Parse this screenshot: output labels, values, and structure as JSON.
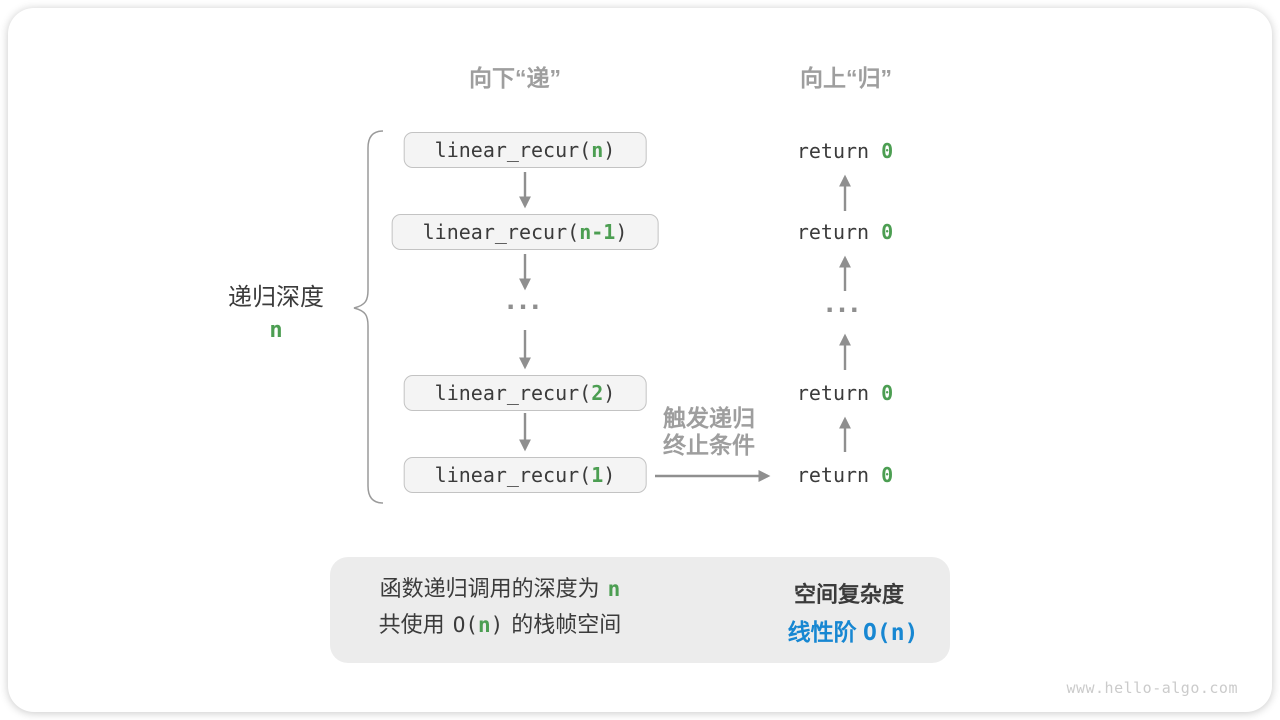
{
  "titles": {
    "descend": "向下“递”",
    "ascend": "向上“归”"
  },
  "depth_label": {
    "text": "递归深度",
    "value": "n"
  },
  "ellipsis": "...",
  "calls": [
    {
      "prefix": "linear_recur(",
      "arg": "n",
      "suffix": ")"
    },
    {
      "prefix": "linear_recur(",
      "arg": "n-1",
      "suffix": ")"
    },
    {
      "prefix": "linear_recur(",
      "arg": "2",
      "suffix": ")"
    },
    {
      "prefix": "linear_recur(",
      "arg": "1",
      "suffix": ")"
    }
  ],
  "returns": [
    {
      "prefix": "return ",
      "value": "0"
    },
    {
      "prefix": "return ",
      "value": "0"
    },
    {
      "prefix": "return ",
      "value": "0"
    },
    {
      "prefix": "return ",
      "value": "0"
    }
  ],
  "base_case_label": {
    "line1": "触发递归",
    "line2": "终止条件"
  },
  "summary": {
    "left_line1_text": "函数递归调用的深度为",
    "left_line1_highlight": "n",
    "left_line2_pre": "共使用",
    "left_line2_code_open": "O(",
    "left_line2_code_n": "n",
    "left_line2_code_close": ")",
    "left_line2_post": "的栈帧空间",
    "right_title": "空间复杂度",
    "right_value_pre": "线性阶 ",
    "right_value_code": "O(n)"
  },
  "watermark": "www.hello-algo.com",
  "colors": {
    "green": "#4c9e52",
    "blue": "#1787d2",
    "gray": "#9e9e9e"
  }
}
